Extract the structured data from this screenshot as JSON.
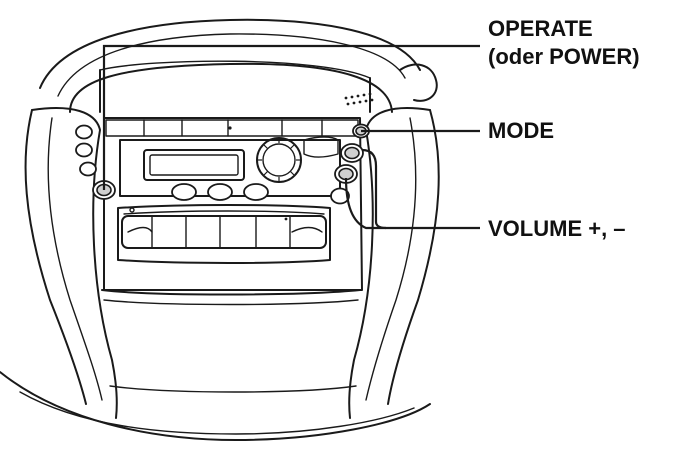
{
  "callouts": {
    "operate_line1": "OPERATE",
    "operate_line2": "(oder POWER)",
    "mode": "MODE",
    "volume": "VOLUME +, –"
  }
}
